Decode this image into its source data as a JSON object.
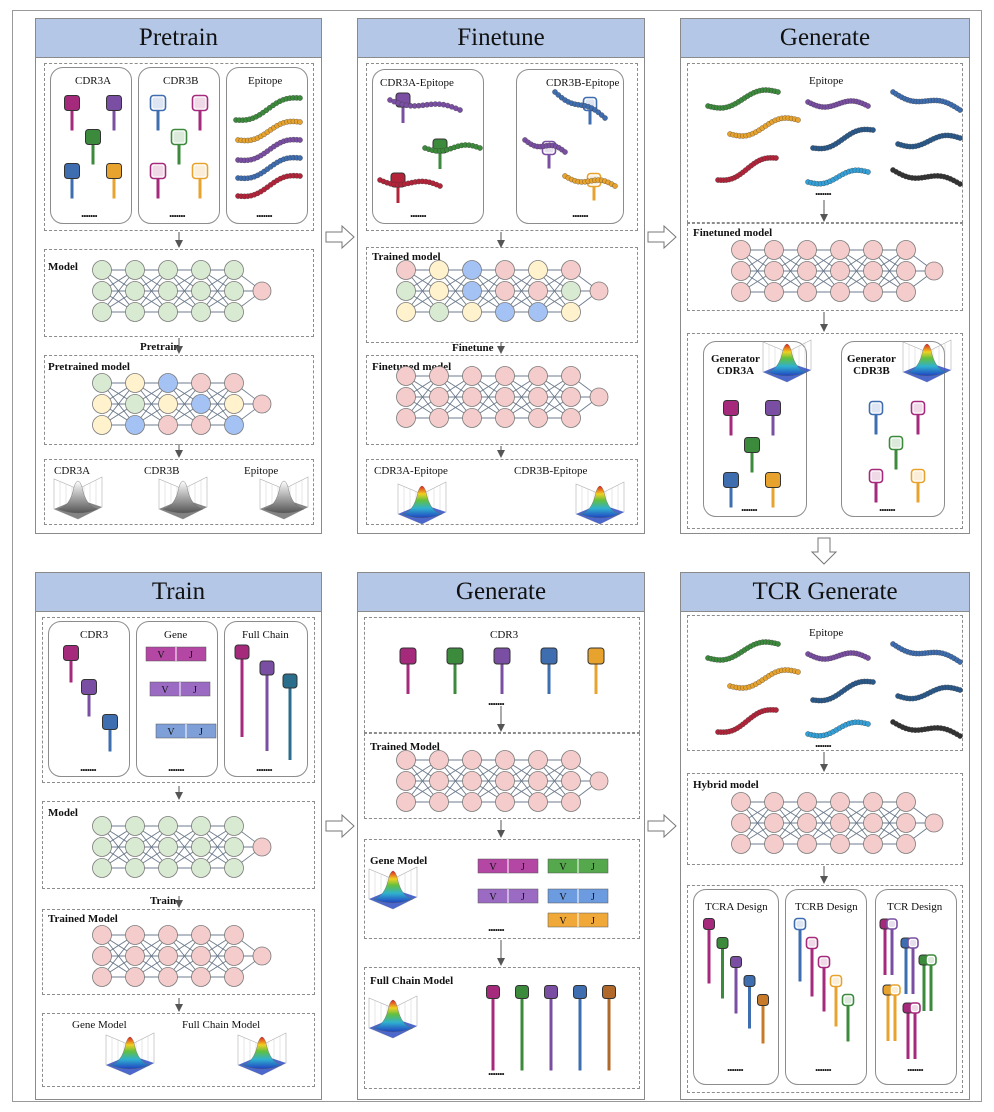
{
  "colors": {
    "header_bg": "#b4c7e7",
    "node_green": "#d9ead3",
    "node_yellow": "#fff2cc",
    "node_blue": "#a4c2f4",
    "node_pink": "#f4cccc",
    "magenta": "#a62a7c",
    "purple": "#7a4fa3",
    "green": "#3c8a3c",
    "blue": "#3e6db0",
    "orange": "#e8a32e",
    "crimson": "#b3243a",
    "teal": "#2a6e8c"
  },
  "panels": {
    "pretrain": {
      "title": "Pretrain",
      "group_cdr3a": "CDR3A",
      "group_cdr3b": "CDR3B",
      "group_epitope": "Epitope",
      "model": "Model",
      "step": "Pretrain",
      "pretrained": "Pretrained model",
      "dist_a": "CDR3A",
      "dist_b": "CDR3B",
      "dist_e": "Epitope"
    },
    "finetune": {
      "title": "Finetune",
      "group_a": "CDR3A-Epitope",
      "group_b": "CDR3B-Epitope",
      "trained": "Trained model",
      "step": "Finetune",
      "finetuned": "Finetuned model",
      "dist_a": "CDR3A-Epitope",
      "dist_b": "CDR3B-Epitope"
    },
    "generate_top": {
      "title": "Generate",
      "epitope": "Epitope",
      "finetuned": "Finetuned model",
      "gen_a": "Generator\nCDR3A",
      "gen_b": "Generator\nCDR3B"
    },
    "train": {
      "title": "Train",
      "group_cdr3": "CDR3",
      "group_gene": "Gene",
      "group_full": "Full Chain",
      "model": "Model",
      "step": "Train",
      "trained": "Trained Model",
      "gene_model": "Gene Model",
      "full_chain_model": "Full Chain Model"
    },
    "generate_bottom": {
      "title": "Generate",
      "cdr3": "CDR3",
      "trained": "Trained Model",
      "gene_model": "Gene Model",
      "full_chain_model": "Full Chain Model"
    },
    "tcr_generate": {
      "title": "TCR Generate",
      "epitope": "Epitope",
      "hybrid": "Hybrid model",
      "tcra": "TCRA  Design",
      "tcrb": "TCRB  Design",
      "tcr": "TCR Design"
    }
  },
  "gene_v": "V",
  "gene_j": "J",
  "ellipsis": "......."
}
